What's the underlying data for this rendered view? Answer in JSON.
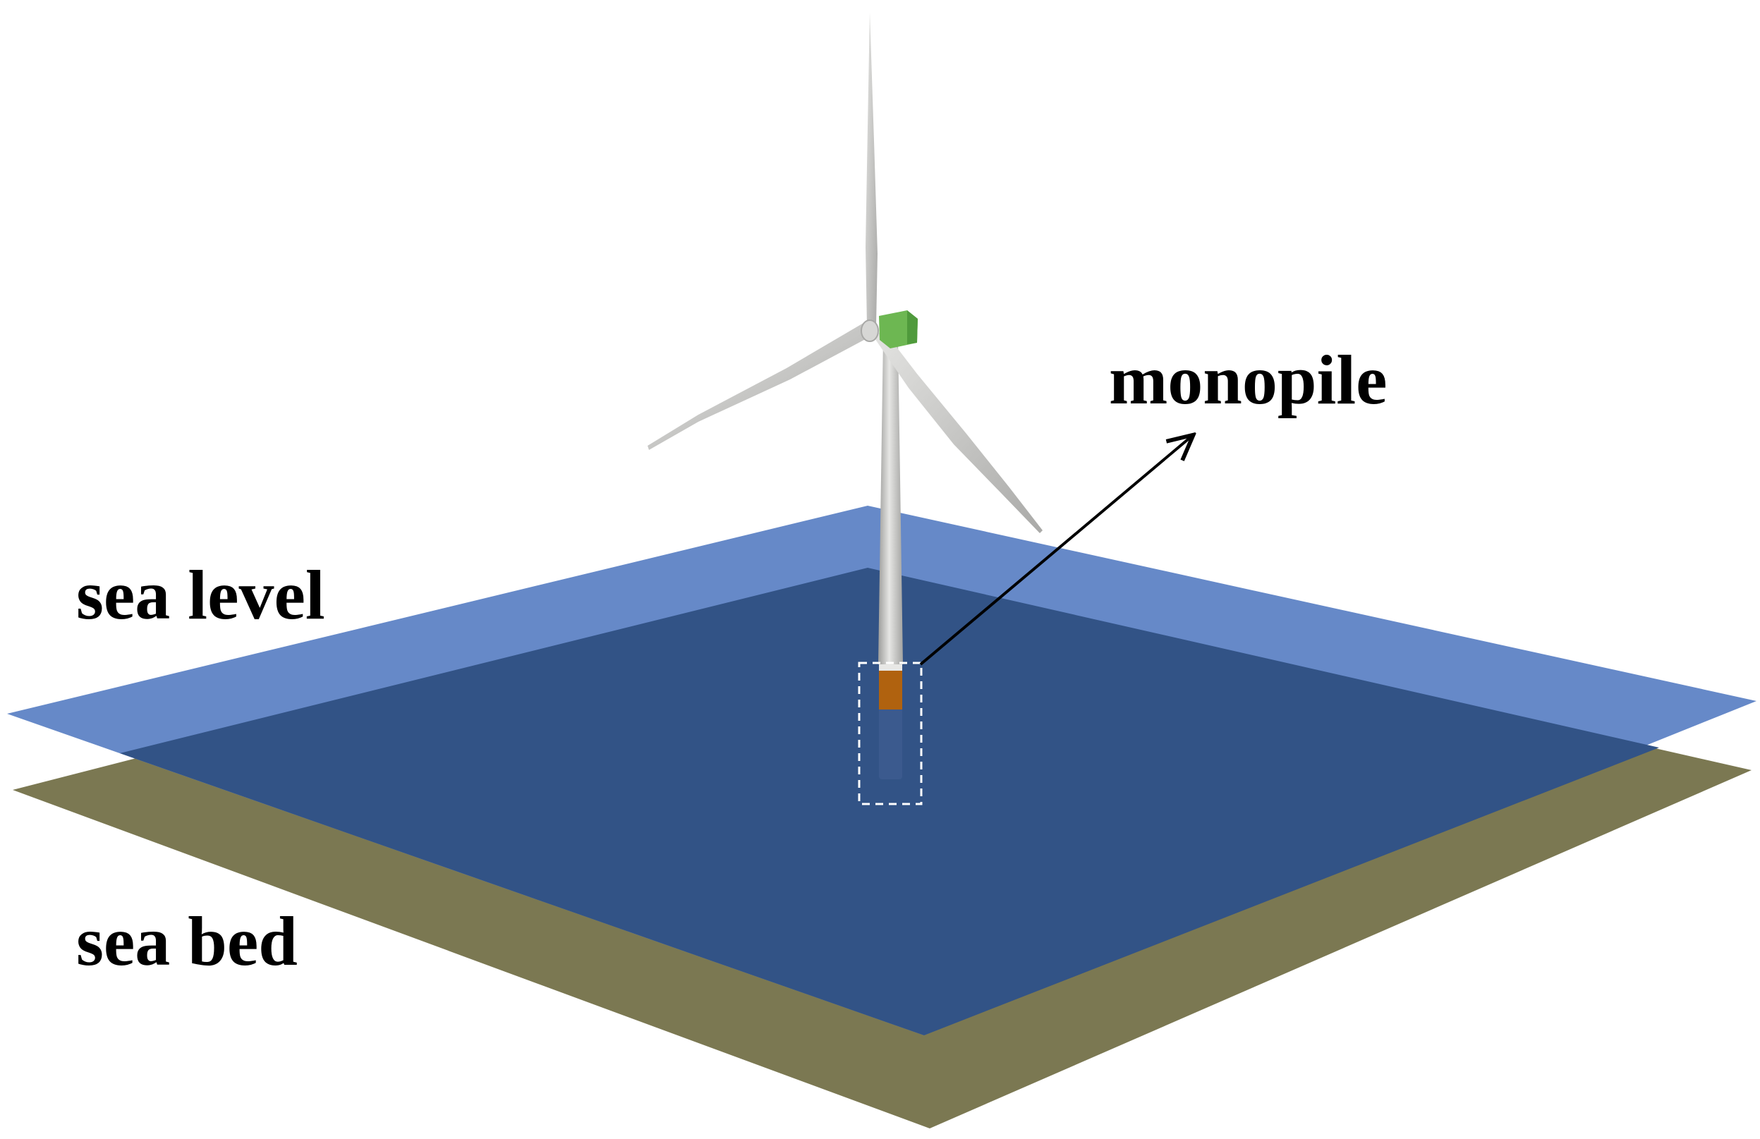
{
  "labels": {
    "sea_level": "sea level",
    "sea_bed": "sea bed",
    "monopile": "monopile"
  },
  "colors": {
    "sea_surface": "#6689c8",
    "sea_water": "#325386",
    "sea_bed": "#7b7852",
    "tower": "#c6c6c4",
    "blade": "#cfcfcd",
    "nacelle": "#6db752",
    "monopile_band": "#b0620f",
    "monopile_submerged": "#3b5a8e",
    "callout": "#000000",
    "highlight_box": "#ffffff"
  }
}
